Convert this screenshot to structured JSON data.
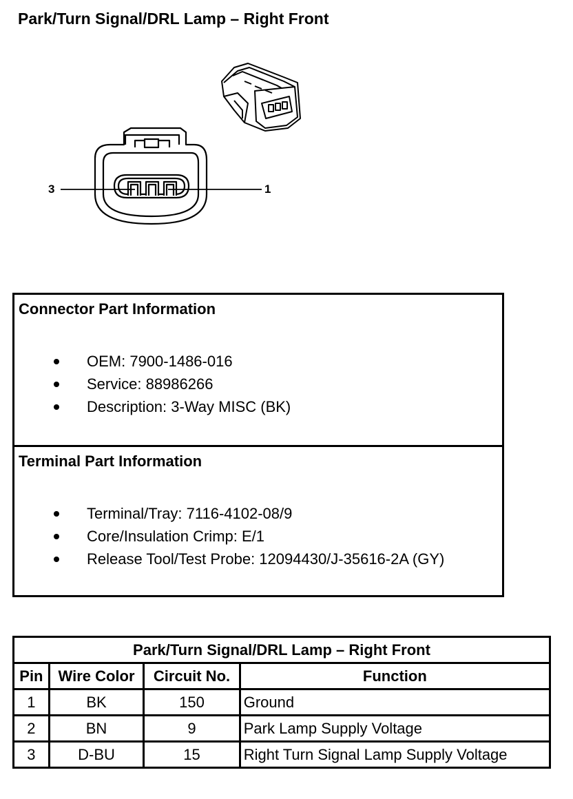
{
  "page": {
    "title": "Park/Turn Signal/DRL Lamp – Right Front"
  },
  "connector_diagram": {
    "pin_label_left": "3",
    "pin_label_right": "1"
  },
  "connector_info": {
    "title": "Connector Part Information",
    "items": [
      "OEM: 7900-1486-016",
      "Service: 88986266",
      "Description: 3-Way MISC (BK)"
    ]
  },
  "terminal_info": {
    "title": "Terminal Part Information",
    "items": [
      "Terminal/Tray: 7116-4102-08/9",
      "Core/Insulation Crimp: E/1",
      "Release Tool/Test Probe: 12094430/J-35616-2A (GY)"
    ]
  },
  "pin_table": {
    "title": "Park/Turn Signal/DRL Lamp – Right Front",
    "headers": [
      "Pin",
      "Wire Color",
      "Circuit No.",
      "Function"
    ],
    "rows": [
      [
        "1",
        "BK",
        "150",
        "Ground"
      ],
      [
        "2",
        "BN",
        "9",
        "Park Lamp Supply Voltage"
      ],
      [
        "3",
        "D-BU",
        "15",
        "Right Turn Signal Lamp Supply Voltage"
      ]
    ]
  }
}
